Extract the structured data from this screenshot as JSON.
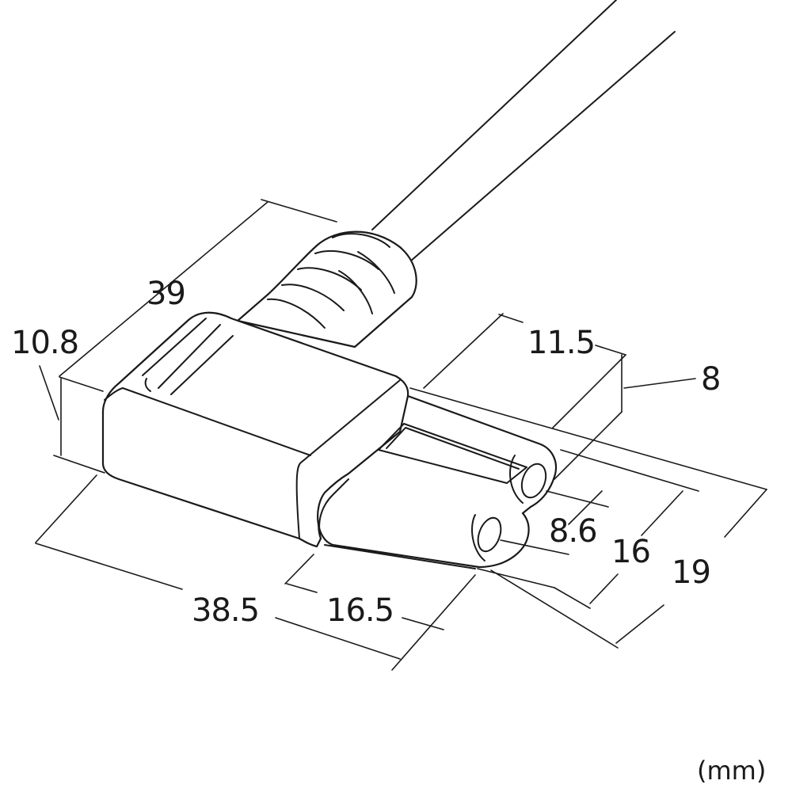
{
  "diagram": {
    "dimensions": {
      "plug_depth": "39",
      "plug_height": "10.8",
      "plug_length": "38.5",
      "tip_length": "16.5",
      "slot_length": "11.5",
      "tip_height": "8",
      "pin_pitch": "8.6",
      "tip_width": "16",
      "plug_width": "19"
    },
    "unit": "(mm)"
  }
}
